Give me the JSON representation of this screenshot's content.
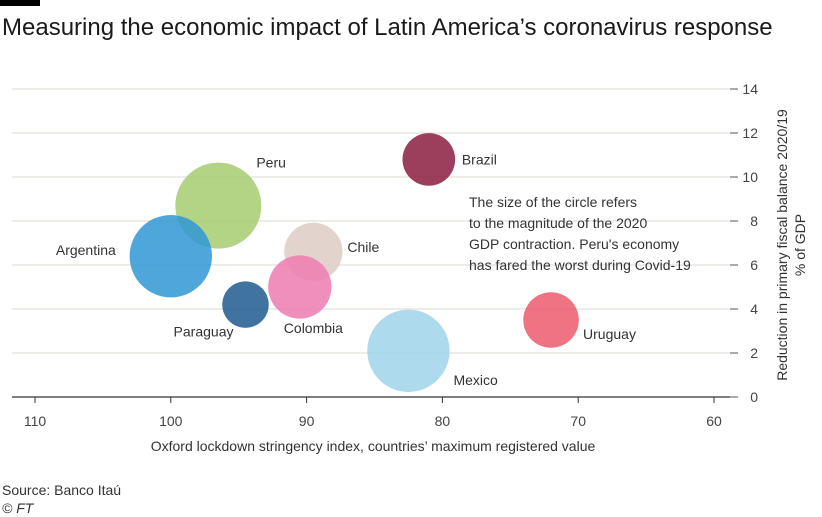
{
  "title": "Measuring the economic impact of Latin America’s coronavirus response",
  "source": "Source: Banco Itaú",
  "copyright": "© FT",
  "chart_data": {
    "type": "scatter",
    "xlabel": "Oxford lockdown stringency index, countries’ maximum registered value",
    "ylabel": [
      "Reduction in primary fiscal balance 2020/19",
      "% of GDP"
    ],
    "xlim": [
      110,
      60
    ],
    "ylim": [
      0,
      14
    ],
    "xticks": [
      110,
      100,
      90,
      80,
      70,
      60
    ],
    "yticks": [
      0,
      2,
      4,
      6,
      8,
      10,
      12,
      14
    ],
    "annotation": [
      "The size of the circle refers",
      "to the magnitude of the 2020",
      "GDP contraction. Peru's economy",
      "has fared the worst during Covid-19"
    ],
    "points": [
      {
        "label": "Brazil",
        "x": 81,
        "y": 10.8,
        "size": 4.5,
        "color": "#8b1d3f"
      },
      {
        "label": "Peru",
        "x": 96.5,
        "y": 8.7,
        "size": 12,
        "color": "#a6cc6e"
      },
      {
        "label": "Argentina",
        "x": 100,
        "y": 6.4,
        "size": 11,
        "color": "#2f96d4"
      },
      {
        "label": "Chile",
        "x": 89.5,
        "y": 6.6,
        "size": 5.5,
        "color": "#ddcdc4"
      },
      {
        "label": "Colombia",
        "x": 90.5,
        "y": 5.0,
        "size": 6.5,
        "color": "#ee7bb0"
      },
      {
        "label": "Paraguay",
        "x": 94.5,
        "y": 4.2,
        "size": 3.5,
        "color": "#1e5b8f"
      },
      {
        "label": "Mexico",
        "x": 82.5,
        "y": 2.1,
        "size": 11,
        "color": "#9fd5ea"
      },
      {
        "label": "Uruguay",
        "x": 72,
        "y": 3.5,
        "size": 5,
        "color": "#ec5a6c"
      }
    ]
  }
}
